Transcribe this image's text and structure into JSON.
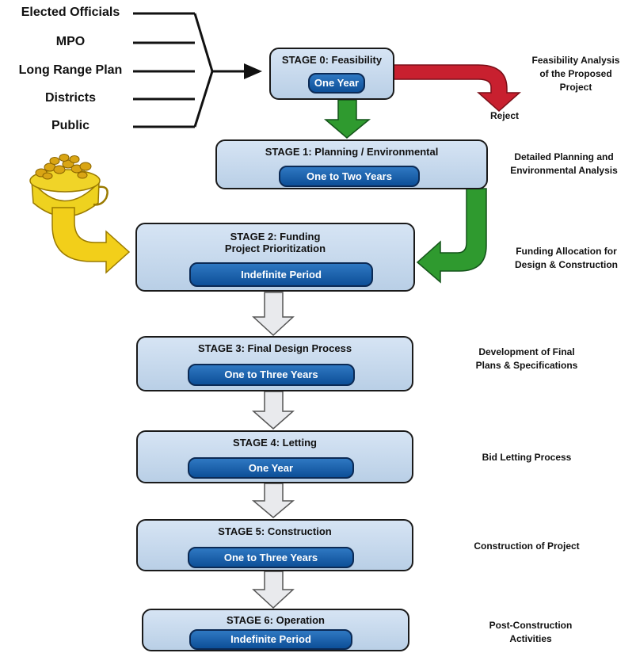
{
  "sources": [
    "Elected Officials",
    "MPO",
    "Long Range Plan",
    "Districts",
    "Public"
  ],
  "stages": [
    {
      "title": "STAGE 0:  Feasibility",
      "duration": "One Year",
      "description": "Feasibility Analysis\nof  the Proposed\nProject"
    },
    {
      "title": "STAGE 1:  Planning / Environmental",
      "duration": "One to Two Years",
      "description": "Detailed Planning and\nEnvironmental Analysis"
    },
    {
      "title": "STAGE 2:  Funding\nProject Prioritization",
      "duration": "Indefinite Period",
      "description": "Funding Allocation for\nDesign & Construction"
    },
    {
      "title": "STAGE 3:  Final Design Process",
      "duration": "One to Three Years",
      "description": "Development of Final\nPlans & Specifications"
    },
    {
      "title": "STAGE 4:  Letting",
      "duration": "One Year",
      "description": "Bid Letting Process"
    },
    {
      "title": "STAGE 5:  Construction",
      "duration": "One to Three Years",
      "description": "Construction of Project"
    },
    {
      "title": "STAGE 6:  Operation",
      "duration": "Indefinite Period",
      "description": "Post-Construction\nActivities"
    }
  ],
  "reject_label": "Reject",
  "colors": {
    "stage_fill": "#c7d9ee",
    "pill_fill": "#1f63ad",
    "green_arrow": "#2f9a2f",
    "red_arrow": "#c8202f",
    "gold": "#f2cf1a",
    "down_arrow": "#e9eaed"
  },
  "icons": [
    "funding-pot-icon"
  ]
}
